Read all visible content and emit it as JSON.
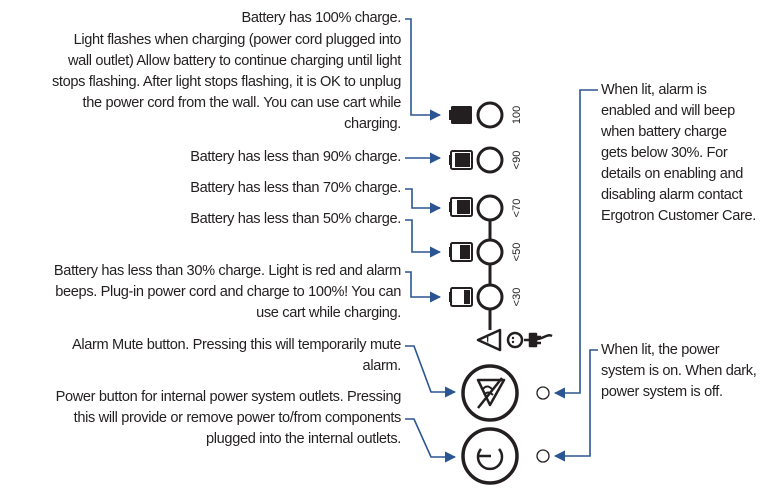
{
  "annotations": {
    "battery_100": "Battery has 100% charge.",
    "charging_note": [
      "Light flashes when charging (power cord plugged into",
      "wall outlet) Allow battery to continue charging until light",
      "stops flashing. After light stops flashing, it is OK to unplug",
      "the power cord from the wall. You can use cart while",
      "charging."
    ],
    "battery_90": "Battery has less than 90% charge.",
    "battery_70": "Battery has less than 70% charge.",
    "battery_50": "Battery has less than 50% charge.",
    "battery_30": [
      "Battery has less than 30% charge. Light is red and alarm",
      "beeps. Plug-in power cord and charge to 100%! You can",
      "use cart while charging."
    ],
    "alarm_mute": [
      "Alarm Mute button. Pressing this will temporarily mute",
      "alarm."
    ],
    "power_button": [
      "Power button for internal power system outlets. Pressing",
      "this will provide or remove power to/from components",
      "plugged into the internal outlets."
    ],
    "alarm_indicator": [
      "When lit, alarm is",
      "enabled and will beep",
      "when battery charge",
      "gets below 30%. For",
      "details on enabling and",
      "disabling alarm contact",
      "Ergotron Customer Care."
    ],
    "power_indicator": [
      "When lit, the power",
      "system is on. When dark,",
      "power system is off."
    ]
  },
  "level_labels": {
    "l100": "100",
    "l90": "<90",
    "l70": "<70",
    "l50": "<50",
    "l30": "<30"
  },
  "colors": {
    "arrow": "#2b5592",
    "ink": "#231f20"
  }
}
